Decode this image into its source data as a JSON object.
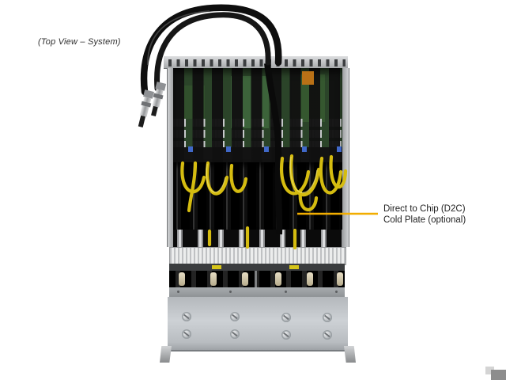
{
  "figure": {
    "caption": "(Top View – System)"
  },
  "annotation": {
    "line1": "Direct to Chip (D2C)",
    "line2": "Cold Plate (optional)",
    "leader_color": "#F2AD00"
  },
  "colors": {
    "cable_yellow": "#D5BC10",
    "label_yellow": "#D6C51A",
    "pcb_green": "#2B4429",
    "chassis_gray": "#C2C6CA",
    "corner_marker_gray": "#8D8D8D"
  }
}
